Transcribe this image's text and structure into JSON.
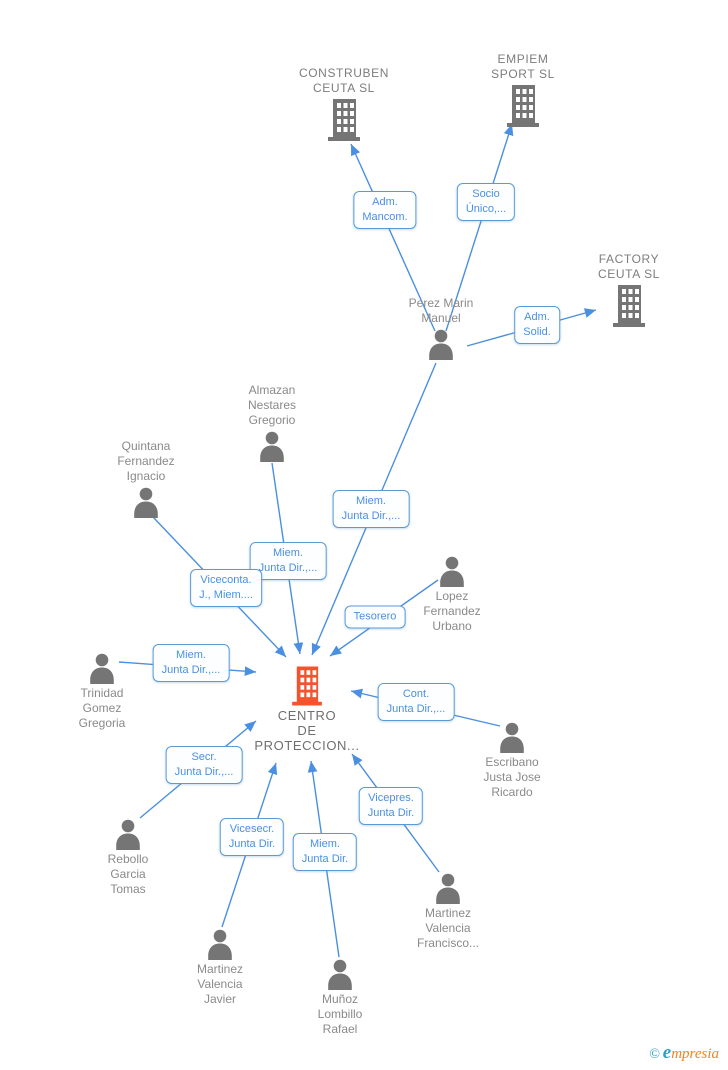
{
  "colors": {
    "accent_blue": "#4a8fe0",
    "node_gray": "#757575",
    "center_orange": "#f4542d",
    "watermark_blue": "#2f9fc4",
    "watermark_orange": "#f5821f"
  },
  "center_company": {
    "name": "CENTRO\nDE\nPROTECCION..."
  },
  "companies": [
    {
      "name": "CONSTRUBEN\nCEUTA SL"
    },
    {
      "name": "EMPIEM\nSPORT SL"
    },
    {
      "name": "FACTORY\nCEUTA SL"
    }
  ],
  "people": [
    {
      "name": "Perez Marin\nManuel"
    },
    {
      "name": "Almazan\nNestares\nGregorio"
    },
    {
      "name": "Quintana\nFernandez\nIgnacio"
    },
    {
      "name": "Lopez\nFernandez\nUrbano"
    },
    {
      "name": "Trinidad\nGomez\nGregoria"
    },
    {
      "name": "Escribano\nJusta Jose\nRicardo"
    },
    {
      "name": "Rebollo\nGarcia\nTomas"
    },
    {
      "name": "Martinez\nValencia\nJavier"
    },
    {
      "name": "Muñoz\nLombillo\nRafael"
    },
    {
      "name": "Martinez\nValencia\nFrancisco..."
    }
  ],
  "relationships": [
    {
      "from": "Perez Marin Manuel",
      "to": "CONSTRUBEN CEUTA SL",
      "label": "Adm.\nMancom."
    },
    {
      "from": "Perez Marin Manuel",
      "to": "EMPIEM SPORT SL",
      "label": "Socio\nÚnico,..."
    },
    {
      "from": "Perez Marin Manuel",
      "to": "FACTORY CEUTA SL",
      "label": "Adm.\nSolid."
    },
    {
      "from": "Perez Marin Manuel",
      "to": "CENTRO DE PROTECCION...",
      "label": "Miem.\nJunta Dir.,..."
    },
    {
      "from": "Almazan Nestares Gregorio",
      "to": "CENTRO DE PROTECCION...",
      "label": "Miem.\nJunta Dir.,..."
    },
    {
      "from": "Quintana Fernandez Ignacio",
      "to": "CENTRO DE PROTECCION...",
      "label": "Viceconta.\nJ., Miem...."
    },
    {
      "from": "Lopez Fernandez Urbano",
      "to": "CENTRO DE PROTECCION...",
      "label": "Tesorero"
    },
    {
      "from": "Trinidad Gomez Gregoria",
      "to": "CENTRO DE PROTECCION...",
      "label": "Miem.\nJunta Dir.,..."
    },
    {
      "from": "Escribano Justa Jose Ricardo",
      "to": "CENTRO DE PROTECCION...",
      "label": "Cont.\nJunta Dir.,..."
    },
    {
      "from": "Rebollo Garcia Tomas",
      "to": "CENTRO DE PROTECCION...",
      "label": "Secr.\nJunta Dir.,..."
    },
    {
      "from": "Martinez Valencia Javier",
      "to": "CENTRO DE PROTECCION...",
      "label": "Vicesecr.\nJunta Dir."
    },
    {
      "from": "Muñoz Lombillo Rafael",
      "to": "CENTRO DE PROTECCION...",
      "label": "Miem.\nJunta Dir."
    },
    {
      "from": "Martinez Valencia Francisco...",
      "to": "CENTRO DE PROTECCION...",
      "label": "Vicepres.\nJunta Dir."
    }
  ],
  "watermark": {
    "symbol": "©",
    "brand_initial": "e",
    "brand_rest": "mpresia"
  }
}
